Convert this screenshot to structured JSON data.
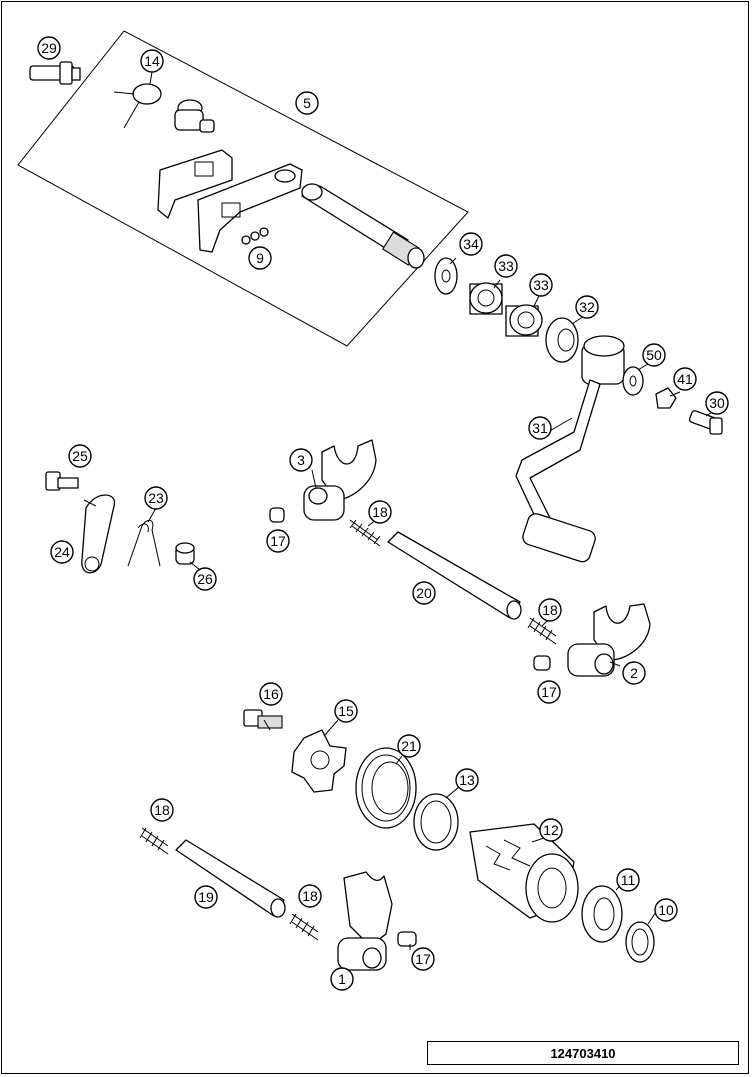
{
  "diagram": {
    "labels": [
      "29",
      "14",
      "5",
      "9",
      "34",
      "33",
      "33",
      "32",
      "50",
      "41",
      "30",
      "31",
      "25",
      "23",
      "24",
      "26",
      "3",
      "18",
      "17",
      "20",
      "18",
      "2",
      "17",
      "16",
      "15",
      "21",
      "13",
      "12",
      "18",
      "19",
      "18",
      "11",
      "10",
      "1",
      "17"
    ],
    "code": "124703410"
  }
}
